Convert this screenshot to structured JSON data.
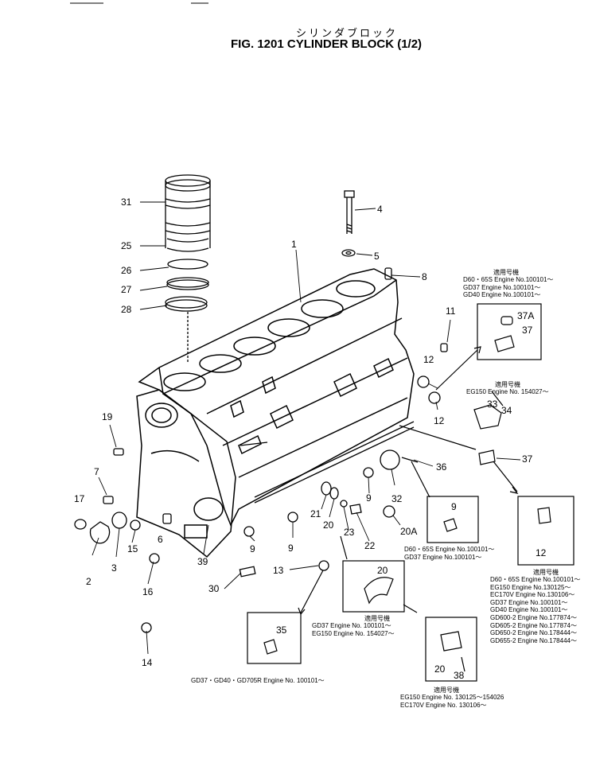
{
  "header": {
    "japanese": "シリンダブロック",
    "title": "FIG. 1201   CYLINDER  BLOCK  (1/2)"
  },
  "labels": {
    "l31": "31",
    "l25": "25",
    "l26": "26",
    "l27": "27",
    "l28": "28",
    "l1": "1",
    "l4": "4",
    "l5": "5",
    "l8": "8",
    "l11": "11",
    "l12a": "12",
    "l12b": "12",
    "l19": "19",
    "l7": "7",
    "l17": "17",
    "l15": "15",
    "l6": "6",
    "l2": "2",
    "l3": "3",
    "l16": "16",
    "l39": "39",
    "l30": "30",
    "l14": "14",
    "l13": "13",
    "l9a": "9",
    "l9b": "9",
    "l9c": "9",
    "l21": "21",
    "l20a": "20",
    "l23": "23",
    "l22": "22",
    "l20A": "20A",
    "l32": "32",
    "l36": "36",
    "l33": "33",
    "l34": "34",
    "l37": "37",
    "l37A": "37A",
    "l37b": "37",
    "l12c": "12",
    "l20b": "20",
    "l20c": "20",
    "l38": "38",
    "l35": "35"
  },
  "applicability": {
    "heading": "適用号機",
    "box_37A": [
      "D60・65S  Engine  No.100101～",
      "GD37      Engine  No.100101～",
      "GD40      Engine  No.100101～"
    ],
    "box_34": [
      "EG150   Engine  No.  154027～"
    ],
    "box_9": [
      "D60・65S  Engine  No.100101～",
      "GD37      Engine  No.100101～"
    ],
    "box_12": [
      "D60・65S  Engine  No.100101～",
      "EG150     Engine  No.130125～",
      "EC170V   Engine  No.130106～",
      "GD37      Engine  No.100101～",
      "GD40      Engine  No.100101～",
      "GD600-2   Engine  No.177874～",
      "GD605-2   Engine  No.177874～",
      "GD650-2   Engine  No.178444～",
      "GD655-2   Engine  No.178444～"
    ],
    "box_20": [
      "GD37      Engine  No.  100101～",
      "EG150     Engine  No.  154027～"
    ],
    "box_35": [
      "GD37・GD40・GD705R  Engine  No.  100101～"
    ],
    "box_38": [
      "EG150    Engine  No.  130125～154026",
      "EC170V   Engine  No.  130106～"
    ]
  }
}
